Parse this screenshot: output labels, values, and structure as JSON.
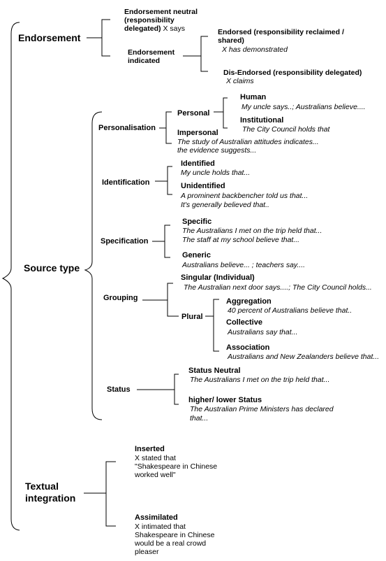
{
  "endorsement": {
    "label": "Endorsement",
    "neutral": {
      "title_lines": [
        "Endorsement neutral",
        "(responsibility",
        "delegated)"
      ],
      "example": "X says"
    },
    "indicated": {
      "title_lines": [
        "Endorsement",
        "indicated"
      ],
      "endorsed": {
        "title_lines": [
          "Endorsed (responsibility reclaimed /",
          "shared)"
        ],
        "example": "X has demonstrated"
      },
      "dis_endorsed": {
        "title": "Dis-Endorsed (responsibility delegated)",
        "example": "X claims"
      }
    }
  },
  "source_type": {
    "label": "Source type",
    "personalisation": {
      "label": "Personalisation",
      "personal": {
        "label": "Personal",
        "human": {
          "label": "Human",
          "example": "My uncle says..; Australians believe...."
        },
        "institutional": {
          "label": "Institutional",
          "example": "The City Council holds that"
        }
      },
      "impersonal": {
        "label": "Impersonal",
        "example_lines": [
          "The study of Australian attitudes indicates...",
          "the evidence suggests..."
        ]
      }
    },
    "identification": {
      "label": "Identification",
      "identified": {
        "label": "Identified",
        "example": "My uncle holds that..."
      },
      "unidentified": {
        "label": "Unidentified",
        "example_lines": [
          "A prominent backbencher told us that...",
          "It's generally believed that.."
        ]
      }
    },
    "specification": {
      "label": "Specification",
      "specific": {
        "label": "Specific",
        "example_lines": [
          "The Australians I met on the trip held that...",
          "The staff at my school believe that..."
        ]
      },
      "generic": {
        "label": "Generic",
        "example": "Australians believe... ; teachers say...."
      }
    },
    "grouping": {
      "label": "Grouping",
      "singular": {
        "label": "Singular (Individual)",
        "example": "The Australian next door says....; The City Council holds..."
      },
      "plural": {
        "label": "Plural",
        "aggregation": {
          "label": "Aggregation",
          "example": "40 percent of Australians believe that.."
        },
        "collective": {
          "label": "Collective",
          "example": "Australians say that..."
        },
        "association": {
          "label": "Association",
          "example": "Australians and New Zealanders believe that..."
        }
      }
    },
    "status": {
      "label": "Status",
      "neutral": {
        "label": "Status Neutral",
        "example": "The Australians I met on the trip held that..."
      },
      "higher": {
        "label": "higher/ lower Status",
        "example_lines": [
          "The Australian Prime Ministers has declared",
          "that..."
        ]
      }
    }
  },
  "textual_integration": {
    "label_lines": [
      "Textual",
      "integration"
    ],
    "inserted": {
      "label": "Inserted",
      "example_lines": [
        "X stated that",
        "\"Shakespeare in Chinese",
        "worked well\""
      ]
    },
    "assimilated": {
      "label": "Assimilated",
      "example_lines": [
        "X intimated that",
        "Shakespeare in Chinese",
        "would be a real crowd",
        "pleaser"
      ]
    }
  }
}
